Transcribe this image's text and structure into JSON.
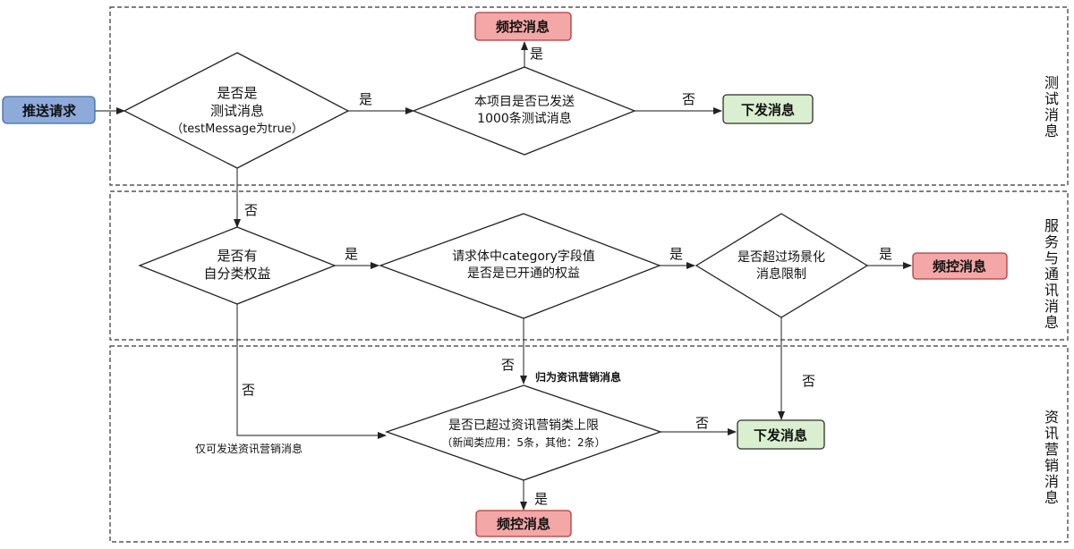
{
  "lanes": [
    {
      "label": "测试消息"
    },
    {
      "label": "服务与通讯消息"
    },
    {
      "label": "资讯营销消息"
    }
  ],
  "nodes": {
    "start": "推送请求",
    "d_test": [
      "是否是",
      "测试消息",
      "（testMessage为true）"
    ],
    "d_sent": [
      "本项目是否已发送",
      "1000条测试消息"
    ],
    "limit_top": "频控消息",
    "send_top": "下发消息",
    "d_cat": [
      "是否有",
      "自分类权益"
    ],
    "d_body": [
      "请求体中category字段值",
      "是否是已开通的权益"
    ],
    "d_scene": [
      "是否超过场景化",
      "消息限制"
    ],
    "limit_mid": "频控消息",
    "d_info": [
      "是否已超过资讯营销类上限",
      "（新闻类应用：5条，其他：2条）"
    ],
    "send_bottom": "下发消息",
    "limit_bottom": "频控消息"
  },
  "edge_labels": {
    "yes": "是",
    "no": "否",
    "info_only": "仅可发送资讯营销消息",
    "classify_info": "归为资讯营销消息"
  }
}
